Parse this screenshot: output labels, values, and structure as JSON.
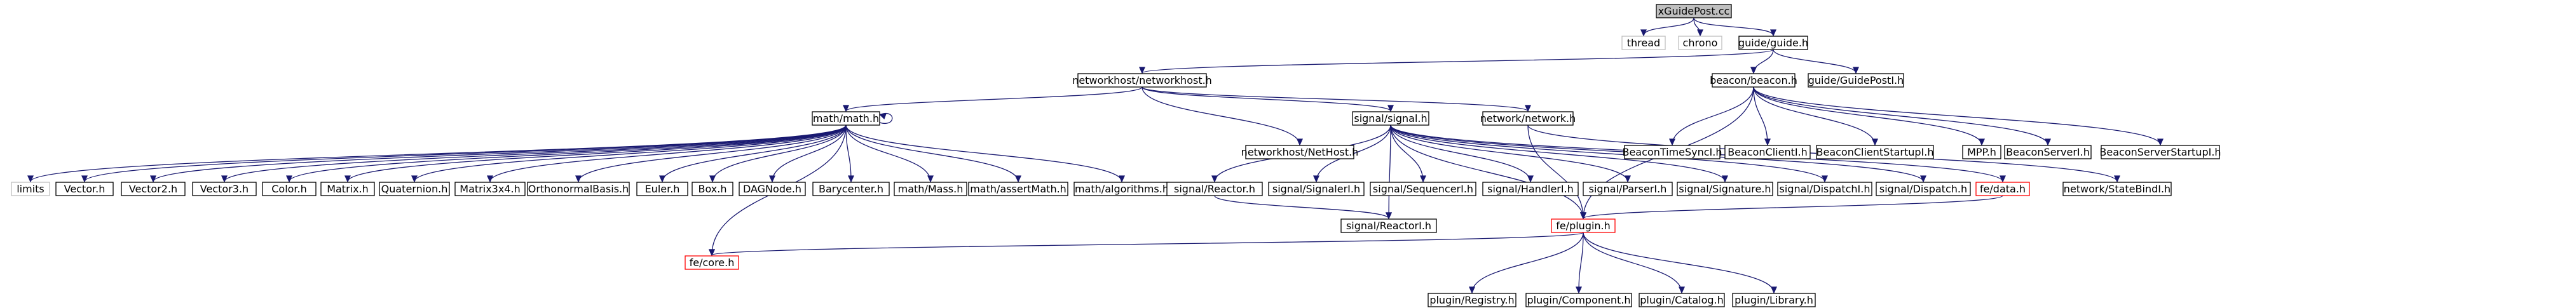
{
  "graph": {
    "title": "xGuidePost.cc",
    "colors": {
      "edge": "#191970",
      "root_fill": "#bfbfbf",
      "default_border": "#000000",
      "ghost_border": "#bfbfbf",
      "truncated_border": "#ff0000",
      "label": "#000000",
      "background": "#ffffff"
    },
    "nodes": [
      {
        "id": "root",
        "label": "xGuidePost.cc",
        "style": "root"
      },
      {
        "id": "thread",
        "label": "thread",
        "style": "ghost"
      },
      {
        "id": "chrono",
        "label": "chrono",
        "style": "ghost"
      },
      {
        "id": "guide",
        "label": "guide/guide.h",
        "style": "normal"
      },
      {
        "id": "nhost",
        "label": "networkhost/networkhost.h",
        "style": "normal"
      },
      {
        "id": "beacon",
        "label": "beacon/beacon.h",
        "style": "normal"
      },
      {
        "id": "guidepost",
        "label": "guide/GuidePostI.h",
        "style": "normal"
      },
      {
        "id": "math",
        "label": "math/math.h",
        "style": "normal"
      },
      {
        "id": "nethost",
        "label": "networkhost/NetHost.h",
        "style": "normal"
      },
      {
        "id": "signal",
        "label": "signal/signal.h",
        "style": "normal"
      },
      {
        "id": "network",
        "label": "network/network.h",
        "style": "normal"
      },
      {
        "id": "btsync",
        "label": "BeaconTimeSyncI.h",
        "style": "normal"
      },
      {
        "id": "bclient",
        "label": "BeaconClientI.h",
        "style": "normal"
      },
      {
        "id": "bcstart",
        "label": "BeaconClientStartupI.h",
        "style": "normal"
      },
      {
        "id": "mpp",
        "label": "MPP.h",
        "style": "normal"
      },
      {
        "id": "bserver",
        "label": "BeaconServerI.h",
        "style": "normal"
      },
      {
        "id": "bsstart",
        "label": "BeaconServerStartupI.h",
        "style": "normal"
      },
      {
        "id": "limits",
        "label": "limits",
        "style": "ghost"
      },
      {
        "id": "vector",
        "label": "Vector.h",
        "style": "normal"
      },
      {
        "id": "vector2",
        "label": "Vector2.h",
        "style": "normal"
      },
      {
        "id": "vector3",
        "label": "Vector3.h",
        "style": "normal"
      },
      {
        "id": "color",
        "label": "Color.h",
        "style": "normal"
      },
      {
        "id": "matrix",
        "label": "Matrix.h",
        "style": "normal"
      },
      {
        "id": "quat",
        "label": "Quaternion.h",
        "style": "normal"
      },
      {
        "id": "matrix3x4",
        "label": "Matrix3x4.h",
        "style": "normal"
      },
      {
        "id": "ortho",
        "label": "OrthonormalBasis.h",
        "style": "normal"
      },
      {
        "id": "euler",
        "label": "Euler.h",
        "style": "normal"
      },
      {
        "id": "box",
        "label": "Box.h",
        "style": "normal"
      },
      {
        "id": "dag",
        "label": "DAGNode.h",
        "style": "normal"
      },
      {
        "id": "bary",
        "label": "Barycenter.h",
        "style": "normal"
      },
      {
        "id": "mass",
        "label": "math/Mass.h",
        "style": "normal"
      },
      {
        "id": "assertmath",
        "label": "math/assertMath.h",
        "style": "normal"
      },
      {
        "id": "algos",
        "label": "math/algorithms.h",
        "style": "normal"
      },
      {
        "id": "reactor",
        "label": "signal/Reactor.h",
        "style": "normal"
      },
      {
        "id": "signaleri",
        "label": "signal/SignalerI.h",
        "style": "normal"
      },
      {
        "id": "sequenceri",
        "label": "signal/SequencerI.h",
        "style": "normal"
      },
      {
        "id": "handleri",
        "label": "signal/HandlerI.h",
        "style": "normal"
      },
      {
        "id": "parseri",
        "label": "signal/ParserI.h",
        "style": "normal"
      },
      {
        "id": "signature",
        "label": "signal/Signature.h",
        "style": "normal"
      },
      {
        "id": "dispatchi",
        "label": "signal/DispatchI.h",
        "style": "normal"
      },
      {
        "id": "dispatch",
        "label": "signal/Dispatch.h",
        "style": "normal"
      },
      {
        "id": "fedata",
        "label": "fe/data.h",
        "style": "truncated"
      },
      {
        "id": "statebind",
        "label": "network/StateBindI.h",
        "style": "normal"
      },
      {
        "id": "reactori",
        "label": "signal/ReactorI.h",
        "style": "normal"
      },
      {
        "id": "feplugin",
        "label": "fe/plugin.h",
        "style": "truncated"
      },
      {
        "id": "fecore",
        "label": "fe/core.h",
        "style": "truncated"
      },
      {
        "id": "registry",
        "label": "plugin/Registry.h",
        "style": "normal"
      },
      {
        "id": "component",
        "label": "plugin/Component.h",
        "style": "normal"
      },
      {
        "id": "catalog",
        "label": "plugin/Catalog.h",
        "style": "normal"
      },
      {
        "id": "library",
        "label": "plugin/Library.h",
        "style": "normal"
      }
    ],
    "edges": [
      {
        "from": "root",
        "to": "thread"
      },
      {
        "from": "root",
        "to": "chrono"
      },
      {
        "from": "root",
        "to": "guide"
      },
      {
        "from": "guide",
        "to": "nhost"
      },
      {
        "from": "guide",
        "to": "beacon"
      },
      {
        "from": "guide",
        "to": "guidepost"
      },
      {
        "from": "nhost",
        "to": "math"
      },
      {
        "from": "nhost",
        "to": "nethost"
      },
      {
        "from": "nhost",
        "to": "signal"
      },
      {
        "from": "nhost",
        "to": "network"
      },
      {
        "from": "beacon",
        "to": "btsync"
      },
      {
        "from": "beacon",
        "to": "bclient"
      },
      {
        "from": "beacon",
        "to": "bcstart"
      },
      {
        "from": "beacon",
        "to": "mpp"
      },
      {
        "from": "beacon",
        "to": "bserver"
      },
      {
        "from": "beacon",
        "to": "bsstart"
      },
      {
        "from": "beacon",
        "to": "feplugin"
      },
      {
        "from": "math",
        "to": "limits"
      },
      {
        "from": "math",
        "to": "vector"
      },
      {
        "from": "math",
        "to": "vector2"
      },
      {
        "from": "math",
        "to": "vector3"
      },
      {
        "from": "math",
        "to": "color"
      },
      {
        "from": "math",
        "to": "matrix"
      },
      {
        "from": "math",
        "to": "quat"
      },
      {
        "from": "math",
        "to": "matrix3x4"
      },
      {
        "from": "math",
        "to": "ortho"
      },
      {
        "from": "math",
        "to": "euler"
      },
      {
        "from": "math",
        "to": "box"
      },
      {
        "from": "math",
        "to": "dag"
      },
      {
        "from": "math",
        "to": "bary"
      },
      {
        "from": "math",
        "to": "mass"
      },
      {
        "from": "math",
        "to": "assertmath"
      },
      {
        "from": "math",
        "to": "algos"
      },
      {
        "from": "math",
        "to": "fecore"
      },
      {
        "from": "math",
        "to": "math"
      },
      {
        "from": "signal",
        "to": "reactor"
      },
      {
        "from": "signal",
        "to": "signaleri"
      },
      {
        "from": "signal",
        "to": "sequenceri"
      },
      {
        "from": "signal",
        "to": "handleri"
      },
      {
        "from": "signal",
        "to": "parseri"
      },
      {
        "from": "signal",
        "to": "signature"
      },
      {
        "from": "signal",
        "to": "dispatchi"
      },
      {
        "from": "signal",
        "to": "dispatch"
      },
      {
        "from": "signal",
        "to": "fedata"
      },
      {
        "from": "signal",
        "to": "reactori"
      },
      {
        "from": "signal",
        "to": "feplugin"
      },
      {
        "from": "network",
        "to": "statebind"
      },
      {
        "from": "network",
        "to": "feplugin"
      },
      {
        "from": "reactor",
        "to": "reactori"
      },
      {
        "from": "fedata",
        "to": "feplugin"
      },
      {
        "from": "feplugin",
        "to": "fecore"
      },
      {
        "from": "feplugin",
        "to": "registry"
      },
      {
        "from": "feplugin",
        "to": "component"
      },
      {
        "from": "feplugin",
        "to": "catalog"
      },
      {
        "from": "feplugin",
        "to": "library"
      }
    ]
  }
}
